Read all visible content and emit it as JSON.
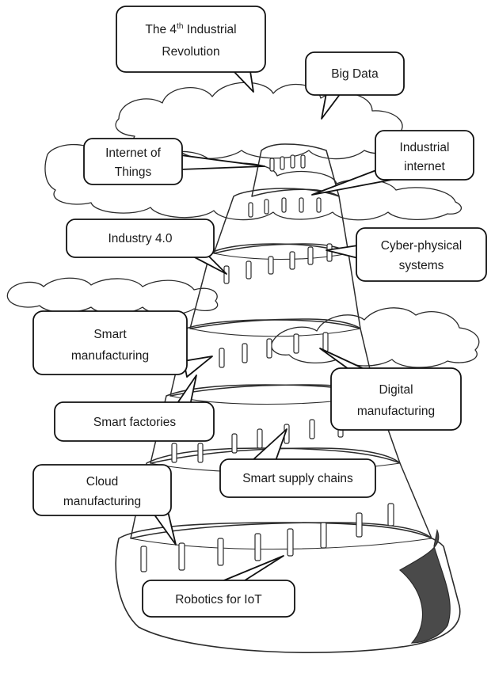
{
  "labels": {
    "industrial_revolution": {
      "prefix": "The 4",
      "superscript": "th",
      "suffix": " Industrial",
      "line2": "Revolution"
    },
    "big_data": "Big Data",
    "internet_of_things": {
      "line1": "Internet of",
      "line2": "Things"
    },
    "industrial_internet": {
      "line1": "Industrial",
      "line2": "internet"
    },
    "industry_4_0": "Industry 4.0",
    "cyber_physical": {
      "line1": "Cyber-physical",
      "line2": "systems"
    },
    "smart_manufacturing": {
      "line1": "Smart",
      "line2": "manufacturing"
    },
    "smart_factories": "Smart factories",
    "digital_manufacturing": {
      "line1": "Digital",
      "line2": "manufacturing"
    },
    "smart_supply_chains": "Smart supply chains",
    "cloud_manufacturing": {
      "line1": "Cloud",
      "line2": "manufacturing"
    },
    "robotics_iot": "Robotics for IoT"
  }
}
